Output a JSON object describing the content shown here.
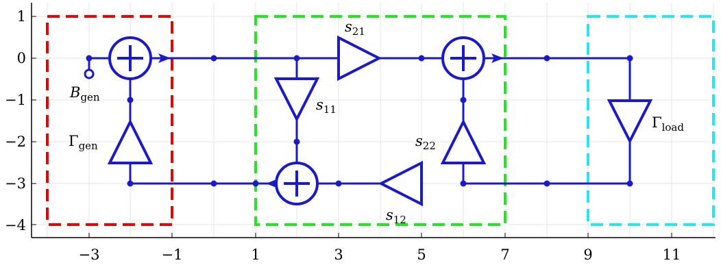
{
  "axes": {
    "x_ticks": [
      "−3",
      "−1",
      "1",
      "3",
      "5",
      "7",
      "9",
      "11"
    ],
    "y_ticks": [
      "1",
      "0",
      "−1",
      "−2",
      "−3",
      "−4"
    ]
  },
  "labels": {
    "b_gen": {
      "main": "B",
      "sub": "gen"
    },
    "gamma_gen": {
      "main": "Γ",
      "sub": "gen"
    },
    "s11": {
      "main": "s",
      "sub": "11"
    },
    "s21": {
      "main": "s",
      "sub": "21"
    },
    "s12": {
      "main": "s",
      "sub": "12"
    },
    "s22": {
      "main": "s",
      "sub": "22"
    },
    "gamma_load": {
      "main": "Γ",
      "sub": "load"
    }
  },
  "colors": {
    "signal": "#1a1acc",
    "generator_box": "#e60000",
    "twoport_box": "#22e622",
    "load_box": "#22e6f0"
  }
}
